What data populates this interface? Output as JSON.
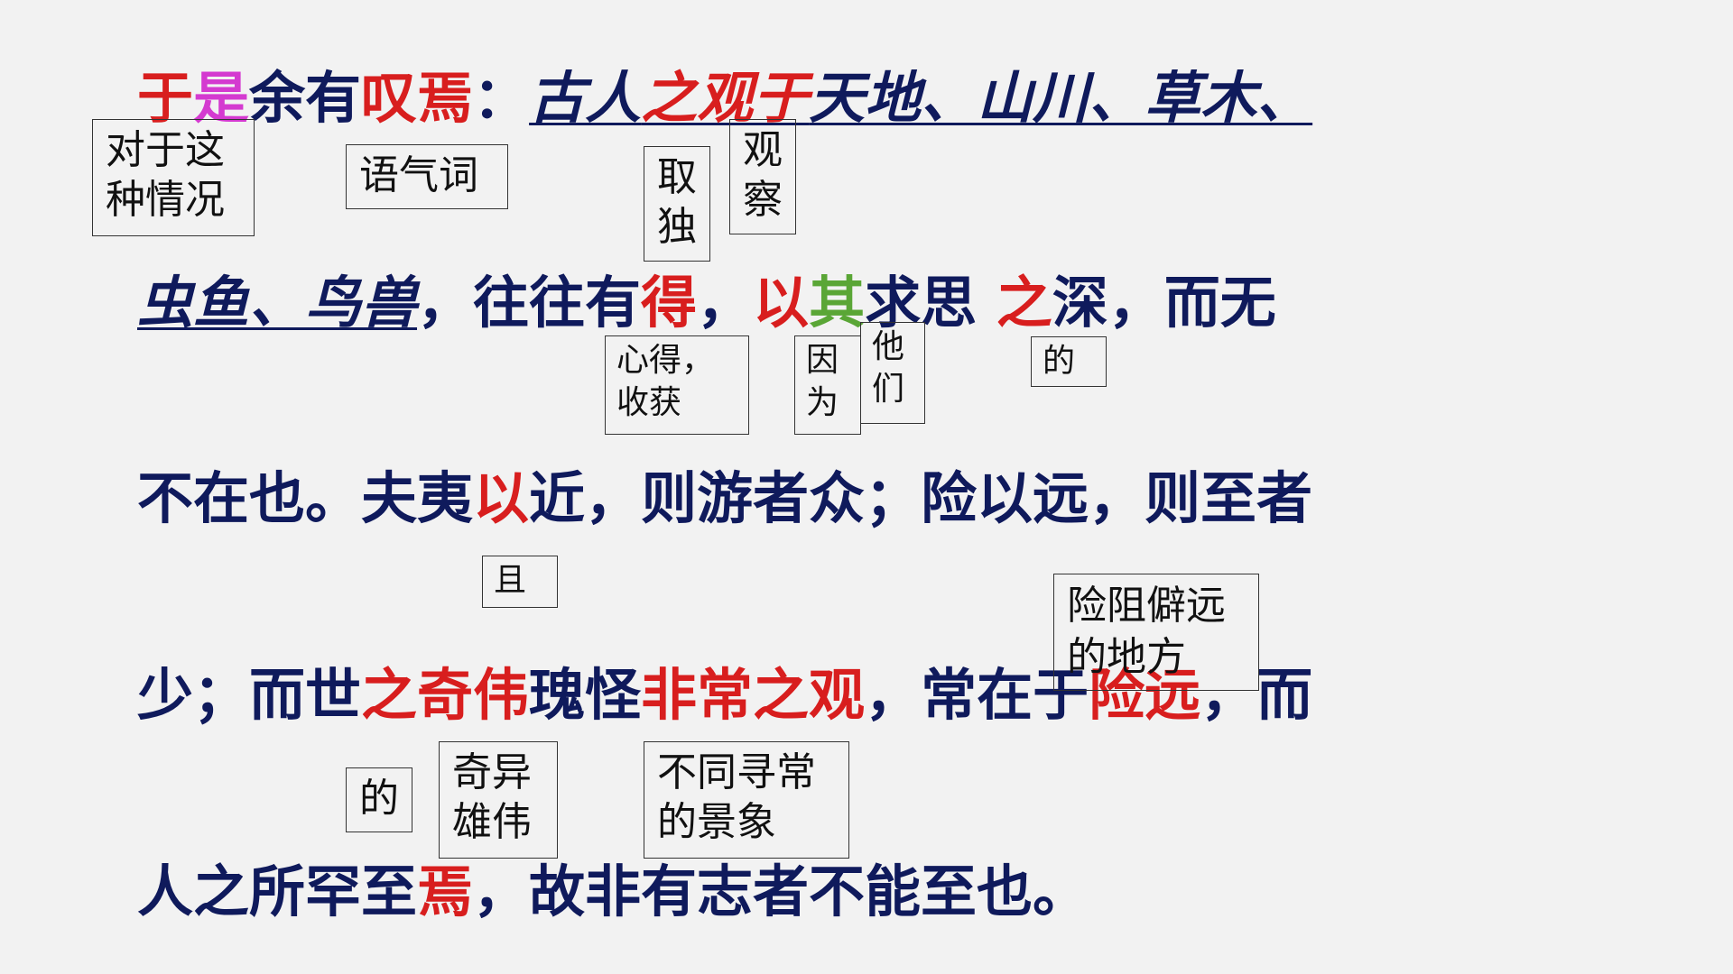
{
  "lines": [
    {
      "segments": [
        {
          "text": "于",
          "color": "#d81e1e"
        },
        {
          "text": "是",
          "color": "#d43ad0"
        },
        {
          "text": "余有",
          "color": "#0f1a5c"
        },
        {
          "text": "叹焉",
          "color": "#d81e1e"
        },
        {
          "text": "：",
          "color": "#0f1a5c"
        },
        {
          "text": "古人",
          "color": "#0f1a5c",
          "italic": true,
          "underline": true
        },
        {
          "text": "之观于",
          "color": "#d81e1e",
          "italic": true,
          "underline": true
        },
        {
          "text": "天地、山川、草木、",
          "color": "#0f1a5c",
          "italic": true,
          "underline": true
        }
      ]
    },
    {
      "segments": [
        {
          "text": "虫鱼、鸟兽",
          "color": "#0f1a5c",
          "italic": true,
          "underline": true
        },
        {
          "text": "，往往有",
          "color": "#0f1a5c"
        },
        {
          "text": "得",
          "color": "#d81e1e"
        },
        {
          "text": "，",
          "color": "#0f1a5c"
        },
        {
          "text": "以",
          "color": "#d81e1e"
        },
        {
          "text": "其",
          "color": "#5aa636"
        },
        {
          "text": "求思 ",
          "color": "#0f1a5c"
        },
        {
          "text": "之",
          "color": "#d81e1e"
        },
        {
          "text": "深，而无",
          "color": "#0f1a5c"
        }
      ]
    },
    {
      "segments": [
        {
          "text": "不在也。夫夷",
          "color": "#0f1a5c"
        },
        {
          "text": "以",
          "color": "#d81e1e"
        },
        {
          "text": "近，则游者众；险以远，则至者",
          "color": "#0f1a5c"
        }
      ]
    },
    {
      "segments": [
        {
          "text": "少；而世",
          "color": "#0f1a5c"
        },
        {
          "text": "之奇伟",
          "color": "#d81e1e"
        },
        {
          "text": "瑰怪",
          "color": "#0f1a5c"
        },
        {
          "text": "非常之观",
          "color": "#d81e1e"
        },
        {
          "text": "，常在于",
          "color": "#0f1a5c"
        },
        {
          "text": "险远",
          "color": "#d81e1e"
        },
        {
          "text": "，而",
          "color": "#0f1a5c"
        }
      ]
    },
    {
      "segments": [
        {
          "text": "人之所罕至",
          "color": "#0f1a5c"
        },
        {
          "text": "焉",
          "color": "#d81e1e"
        },
        {
          "text": "，故非有志者不能至也。",
          "color": "#0f1a5c"
        }
      ]
    }
  ],
  "notes": {
    "n1": "对于这\n种情况",
    "n2": "语气词",
    "n3": "取\n独",
    "n4": "观\n察",
    "n5": "心得，\n收获",
    "n6": "因\n为",
    "n7": "他\n们",
    "n8": "的",
    "n9": "且",
    "n10": "险阻僻远\n的地方",
    "n11": "的",
    "n12": "奇异\n雄伟",
    "n13": "不同寻常\n的景象"
  }
}
